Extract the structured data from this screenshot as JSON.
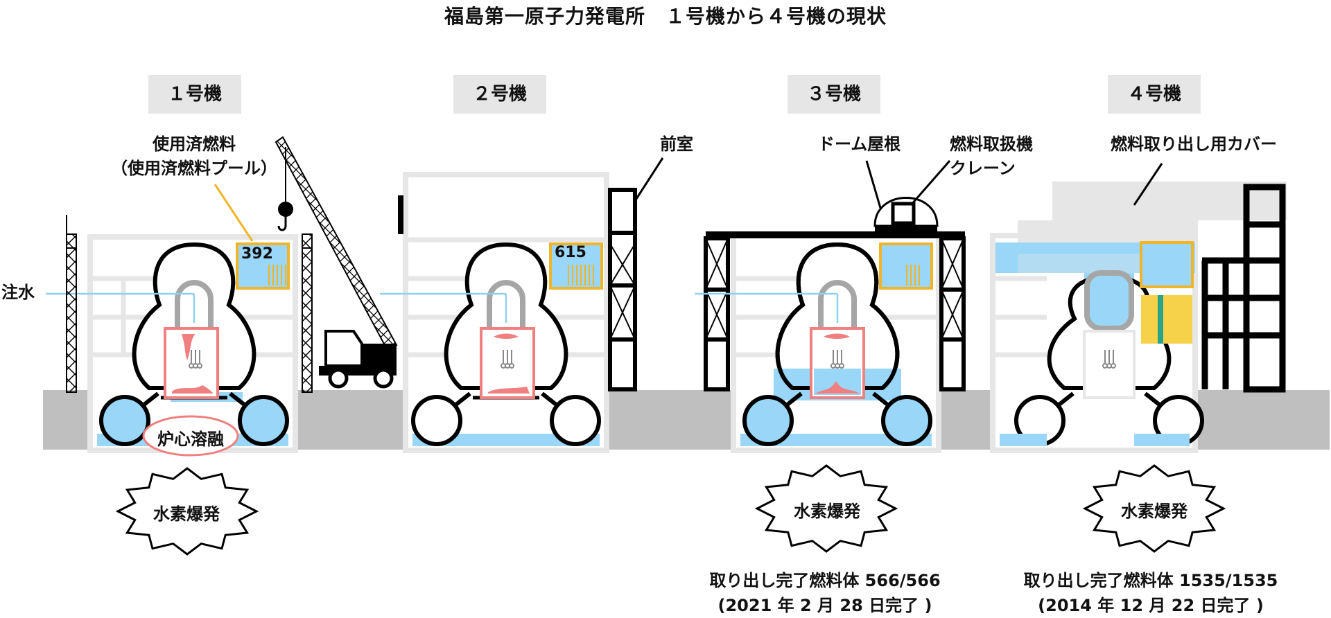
{
  "title": "福島第一原子力発電所　１号機から４号機の現状",
  "units": [
    {
      "label": "１号機",
      "pool_count": "392",
      "burst": "水素爆発",
      "meltdown": "炉心溶融"
    },
    {
      "label": "２号機",
      "pool_count": "615"
    },
    {
      "label": "３号機",
      "burst": "水素爆発",
      "removed": "取り出し完了燃料体 566/566",
      "completed": "(2021 年 2 月 28 日完了 )"
    },
    {
      "label": "４号機",
      "burst": "水素爆発",
      "removed": "取り出し完了燃料体 1535/1535",
      "completed": "(2014 年 12 月 22 日完了 )"
    }
  ],
  "annotations": {
    "spent_fuel_line1": "使用済燃料",
    "spent_fuel_line2": "（使用済燃料プール）",
    "water_injection": "注水",
    "front_room": "前室",
    "dome_roof": "ドーム屋根",
    "crane_line1": "燃料取扱機",
    "crane_line2": "クレーン",
    "cover": "燃料取り出し用カバー"
  },
  "colors": {
    "water": "#99d6f7",
    "fuel_pool_frame": "#f0b429",
    "core": "#f07f7f",
    "structure": "#000000",
    "building": "#e6e6e6",
    "ground": "#bfbfbf",
    "yellow_block": "#f6d24a",
    "teal_bar": "#2aa38a"
  }
}
